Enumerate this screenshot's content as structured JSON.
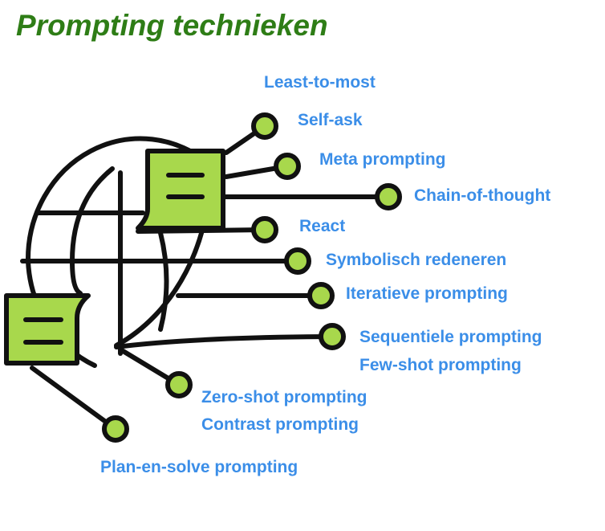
{
  "title": "Prompting technieken",
  "colors": {
    "title": "#2e7d16",
    "label": "#3b8ee8",
    "stroke": "#111111",
    "accent": "#a8d84c"
  },
  "icons": [
    "globe-icon",
    "chat-bubble-icon"
  ],
  "techniques": [
    "Least-to-most",
    "Self-ask",
    "Meta prompting",
    "Chain-of-thought",
    "React",
    "Symbolisch redeneren",
    "Iteratieve prompting",
    "Sequentiele prompting",
    "Few-shot prompting",
    "Zero-shot prompting",
    "Contrast prompting",
    "Plan-en-solve prompting"
  ]
}
